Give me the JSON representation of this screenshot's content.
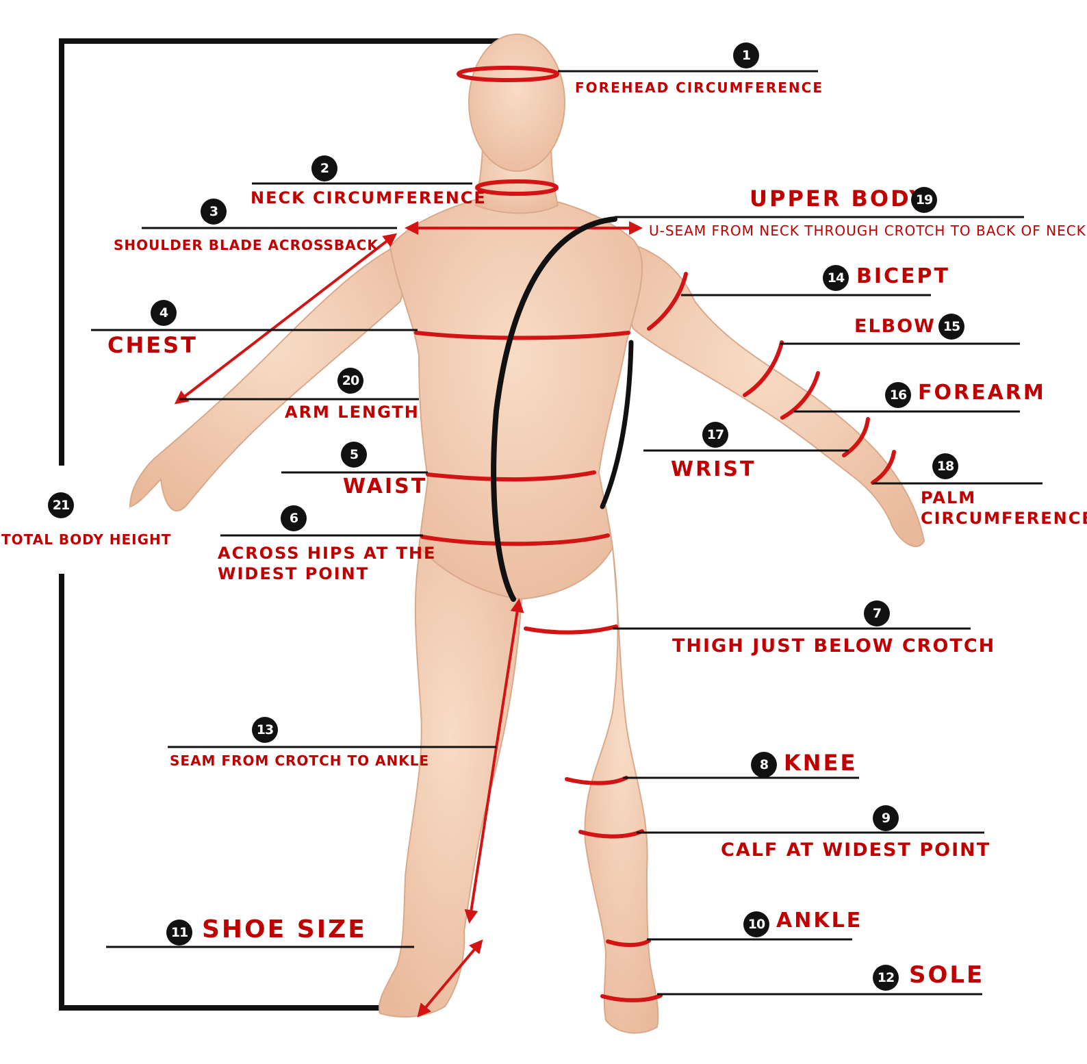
{
  "palette": {
    "measure_red": "#d21414",
    "leader_black": "#111111",
    "label_red": "#c00000",
    "skin": "#f3cfb6",
    "background": "#ffffff"
  },
  "measurements": [
    {
      "number": "1",
      "label": "FOREHEAD CIRCUMFERENCE"
    },
    {
      "number": "2",
      "label": "NECK CIRCUMFERENCE"
    },
    {
      "number": "3",
      "label": "SHOULDER BLADE ACROSSBACK"
    },
    {
      "number": "4",
      "label": "CHEST"
    },
    {
      "number": "5",
      "label": "WAIST"
    },
    {
      "number": "6",
      "label": "ACROSS HIPS AT THE WIDEST POINT"
    },
    {
      "number": "7",
      "label": "THIGH JUST BELOW CROTCH"
    },
    {
      "number": "8",
      "label": "KNEE"
    },
    {
      "number": "9",
      "label": "CALF AT WIDEST POINT"
    },
    {
      "number": "10",
      "label": "ANKLE"
    },
    {
      "number": "11",
      "label": "SHOE SIZE"
    },
    {
      "number": "12",
      "label": "SOLE"
    },
    {
      "number": "13",
      "label": "SEAM FROM CROTCH TO ANKLE"
    },
    {
      "number": "14",
      "label": "BICEPT"
    },
    {
      "number": "15",
      "label": "ELBOW"
    },
    {
      "number": "16",
      "label": "FOREARM"
    },
    {
      "number": "17",
      "label": "WRIST"
    },
    {
      "number": "18",
      "label": "PALM CIRCUMFERENCE"
    },
    {
      "number": "19",
      "label": "UPPER BODY",
      "sublabel": "U-SEAM FROM NECK THROUGH CROTCH TO BACK OF NECK"
    },
    {
      "number": "20",
      "label": "ARM LENGTH"
    },
    {
      "number": "21",
      "label": "TOTAL BODY HEIGHT"
    }
  ]
}
